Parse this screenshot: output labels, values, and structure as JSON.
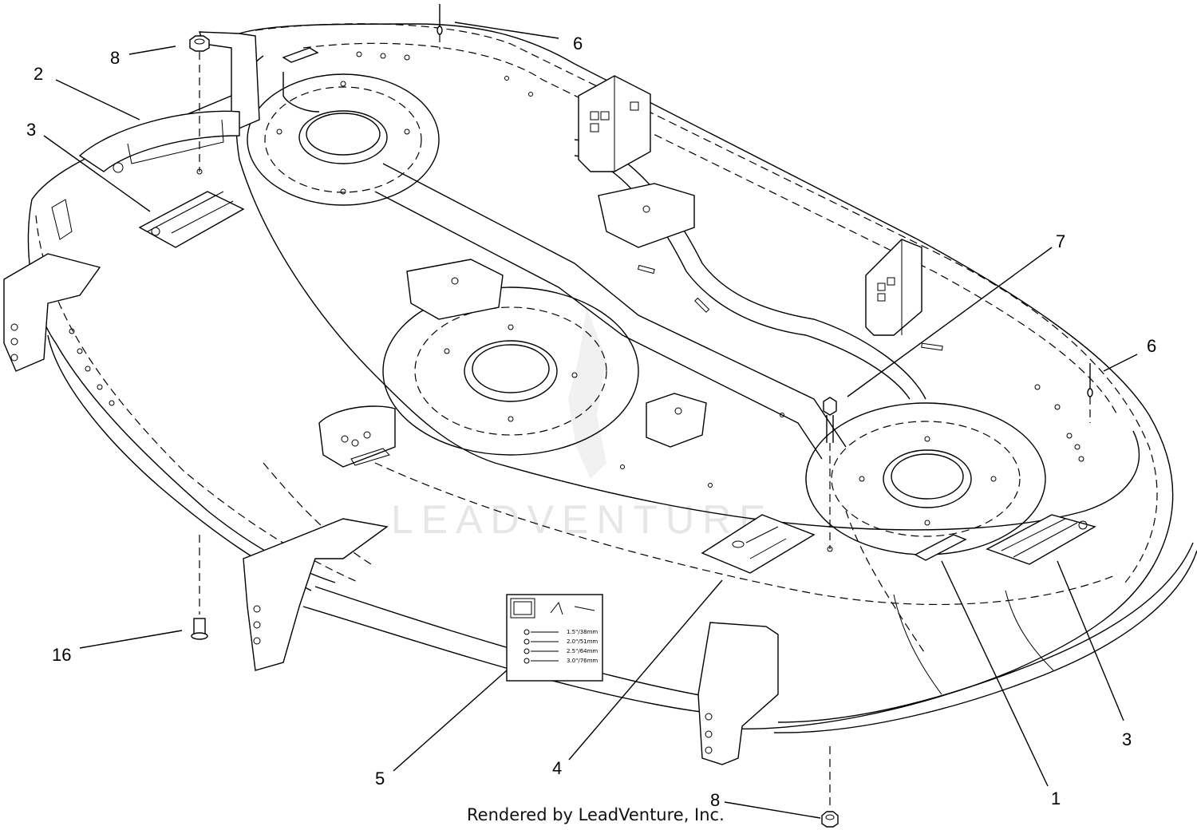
{
  "watermark": "LEADVENTURE",
  "footer": "Rendered by LeadVenture, Inc.",
  "callouts": {
    "c8_top": "8",
    "c2": "2",
    "c3_left": "3",
    "c6_top": "6",
    "c7": "7",
    "c6_right": "6",
    "c16": "16",
    "c5": "5",
    "c4": "4",
    "c8_bottom": "8",
    "c1": "1",
    "c3_right": "3"
  },
  "decal_heights": [
    "1.5\"/38mm",
    "2.0\"/51mm",
    "2.5\"/64mm",
    "3.0\"/76mm"
  ]
}
